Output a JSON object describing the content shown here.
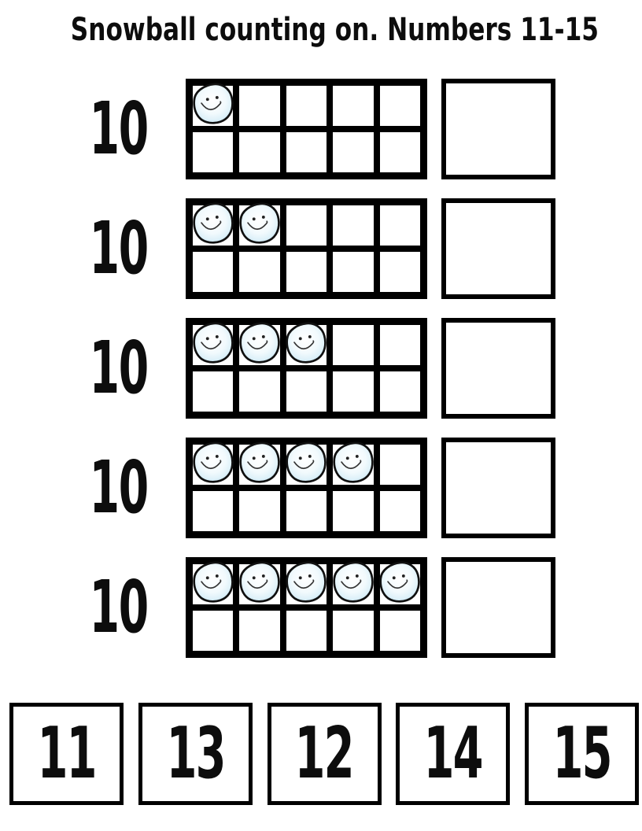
{
  "title": "Snowball counting on. Numbers 11-15",
  "rows": [
    {
      "label": "10",
      "snowball_count": 1,
      "answer": ""
    },
    {
      "label": "10",
      "snowball_count": 2,
      "answer": ""
    },
    {
      "label": "10",
      "snowball_count": 3,
      "answer": ""
    },
    {
      "label": "10",
      "snowball_count": 4,
      "answer": ""
    },
    {
      "label": "10",
      "snowball_count": 5,
      "answer": ""
    }
  ],
  "ten_frame": {
    "columns": 5,
    "rows": 2,
    "total_cells": 10
  },
  "number_cards": [
    "11",
    "13",
    "12",
    "14",
    "15"
  ],
  "icons": {
    "snowball": "snowball-smiley-icon"
  },
  "colors": {
    "ink": "#000000",
    "paper": "#ffffff",
    "snowball_edge_blue": "#c3e4f4",
    "snowball_center": "#ffffff"
  }
}
